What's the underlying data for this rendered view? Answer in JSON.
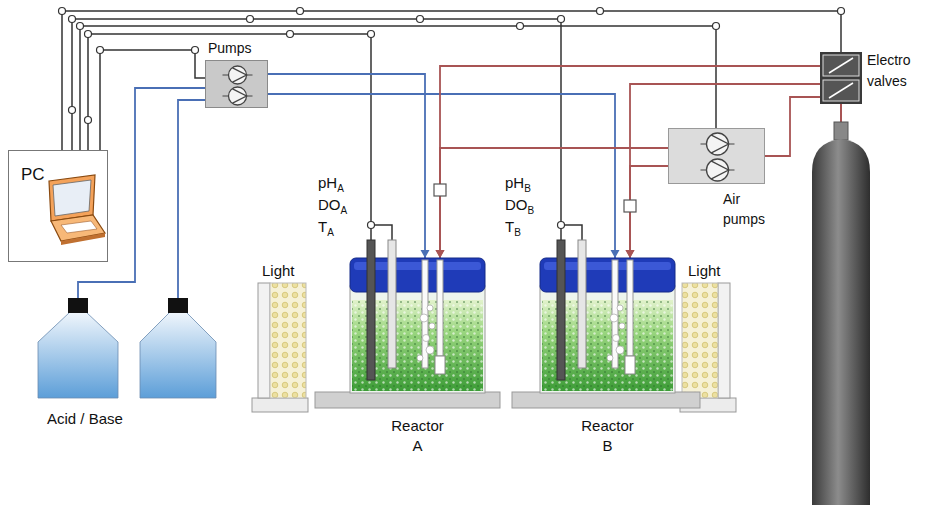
{
  "diagram": {
    "nodes": [
      {
        "text": [
          "PC"
        ]
      },
      {
        "text": [
          "Pumps"
        ]
      },
      {
        "text": [
          "Electro valves"
        ]
      },
      {
        "text": [
          "Air pumps"
        ]
      },
      {
        "text": [
          "Reactor A"
        ]
      },
      {
        "text": [
          "Reactor B"
        ]
      }
    ],
    "edges": [
      {
        "from": 0,
        "to": 2,
        "arrow": "none"
      },
      {
        "from": 0,
        "to": 3,
        "arrow": "none"
      },
      {
        "from": 0,
        "to": 1,
        "arrow": "none"
      },
      {
        "from": 1,
        "to": 4,
        "arrow": "to"
      },
      {
        "from": 1,
        "to": 5,
        "arrow": "to"
      },
      {
        "from": 2,
        "to": 4,
        "arrow": "to"
      },
      {
        "from": 2,
        "to": 5,
        "arrow": "to"
      },
      {
        "from": 3,
        "to": 4,
        "arrow": "to"
      },
      {
        "from": 3,
        "to": 5,
        "arrow": "to"
      },
      {
        "from": 2,
        "to": 3,
        "arrow": "none"
      }
    ],
    "labels": [
      "Light",
      "Light",
      "pH",
      "A",
      "DO",
      "A",
      "T",
      "A",
      "pH",
      "B",
      "DO",
      "B",
      "T",
      "B",
      "Acid / Base"
    ]
  }
}
